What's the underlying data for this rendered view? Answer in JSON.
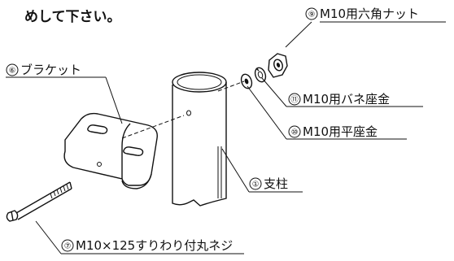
{
  "instruction_fragment": "めして下さい。",
  "parts": [
    {
      "no": "⑨",
      "name": "M10用六角ナット"
    },
    {
      "no": "⑥",
      "name": "ブラケット"
    },
    {
      "no": "⑪",
      "name": "M10用バネ座金"
    },
    {
      "no": "⑩",
      "name": "M10用平座金"
    },
    {
      "no": "①",
      "name": "支柱"
    },
    {
      "no": "⑦",
      "name": "M10×125すりわり付丸ネジ"
    }
  ]
}
